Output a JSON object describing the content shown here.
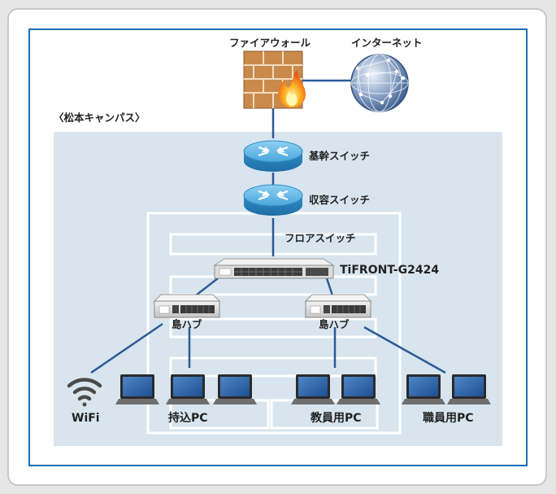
{
  "labels": {
    "firewall": "ファイアウォール",
    "internet": "インターネット",
    "campus": "〈松本キャンパス〉",
    "core_switch": "基幹スイッチ",
    "aggregation_switch": "収容スイッチ",
    "floor_switch": "フロアスイッチ",
    "tifront": "TiFRONT-G2424",
    "island_hub_left": "島ハブ",
    "island_hub_right": "島ハブ",
    "wifi": "WiFi",
    "byod_pc": "持込PC",
    "faculty_pc": "教員用PC",
    "staff_pc": "職員用PC"
  },
  "colors": {
    "frame_border": "#1a6fb5",
    "campus_bg": "#d8e5ee",
    "link_line": "#2a5a96",
    "switch_blue": "#3d9fd4",
    "firewall_brick": "#c98a4b",
    "flame": "#f08a1c"
  },
  "icons": {
    "firewall": "brick-wall-with-flame",
    "internet": "globe",
    "switches": "round-router",
    "tifront": "rack-switch",
    "hubs": "desktop-hub",
    "wifi": "wifi-symbol",
    "pcs": "laptop"
  }
}
